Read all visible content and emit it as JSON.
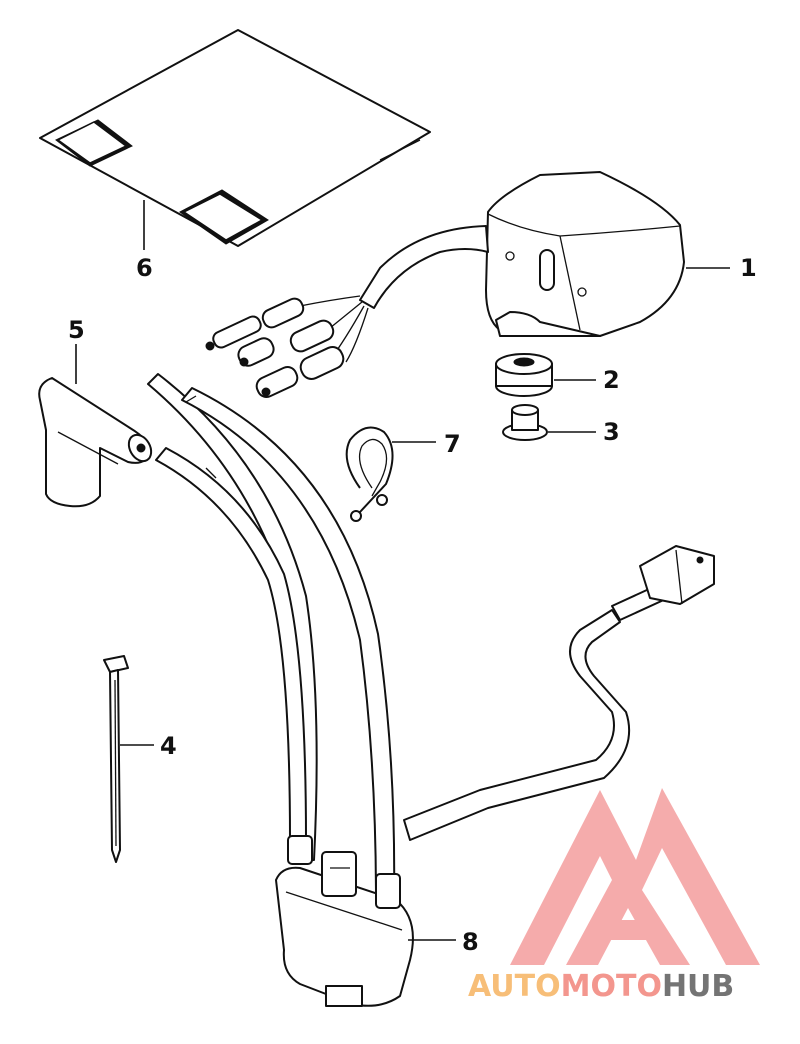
{
  "callouts": [
    {
      "id": "1",
      "label": "1"
    },
    {
      "id": "2",
      "label": "2"
    },
    {
      "id": "3",
      "label": "3"
    },
    {
      "id": "4",
      "label": "4"
    },
    {
      "id": "5",
      "label": "5"
    },
    {
      "id": "6",
      "label": "6"
    },
    {
      "id": "7",
      "label": "7"
    },
    {
      "id": "8",
      "label": "8"
    }
  ],
  "watermark": {
    "part1": "AUTO",
    "part2": "MOTO",
    "part3": "HUB",
    "color1": "#f7b86a",
    "color2": "#f28b82",
    "color3": "#666666",
    "logo_color": "#f4a3a3"
  }
}
